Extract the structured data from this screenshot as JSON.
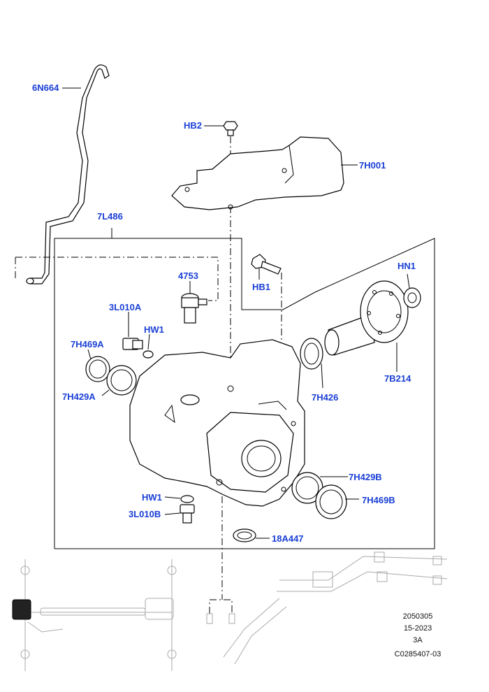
{
  "diagram": {
    "callouts": {
      "c_6N664": "6N664",
      "c_HB2": "HB2",
      "c_7H001": "7H001",
      "c_7L486": "7L486",
      "c_HN1": "HN1",
      "c_4753": "4753",
      "c_HB1": "HB1",
      "c_3L010A": "3L010A",
      "c_HW1a": "HW1",
      "c_7H469A": "7H469A",
      "c_7H429A": "7H429A",
      "c_7B214": "7B214",
      "c_7H426": "7H426",
      "c_7H429B": "7H429B",
      "c_7H469B": "7H469B",
      "c_HW1b": "HW1",
      "c_3L010B": "3L010B",
      "c_18A447": "18A447"
    },
    "reference": {
      "line1": "2050305",
      "line2": "15-2023",
      "line3": "3A",
      "line4": "C0285407-03"
    },
    "colors": {
      "callout": "#1a3fd6",
      "lines": "#000000",
      "ghost": "#aaaaaa"
    }
  }
}
